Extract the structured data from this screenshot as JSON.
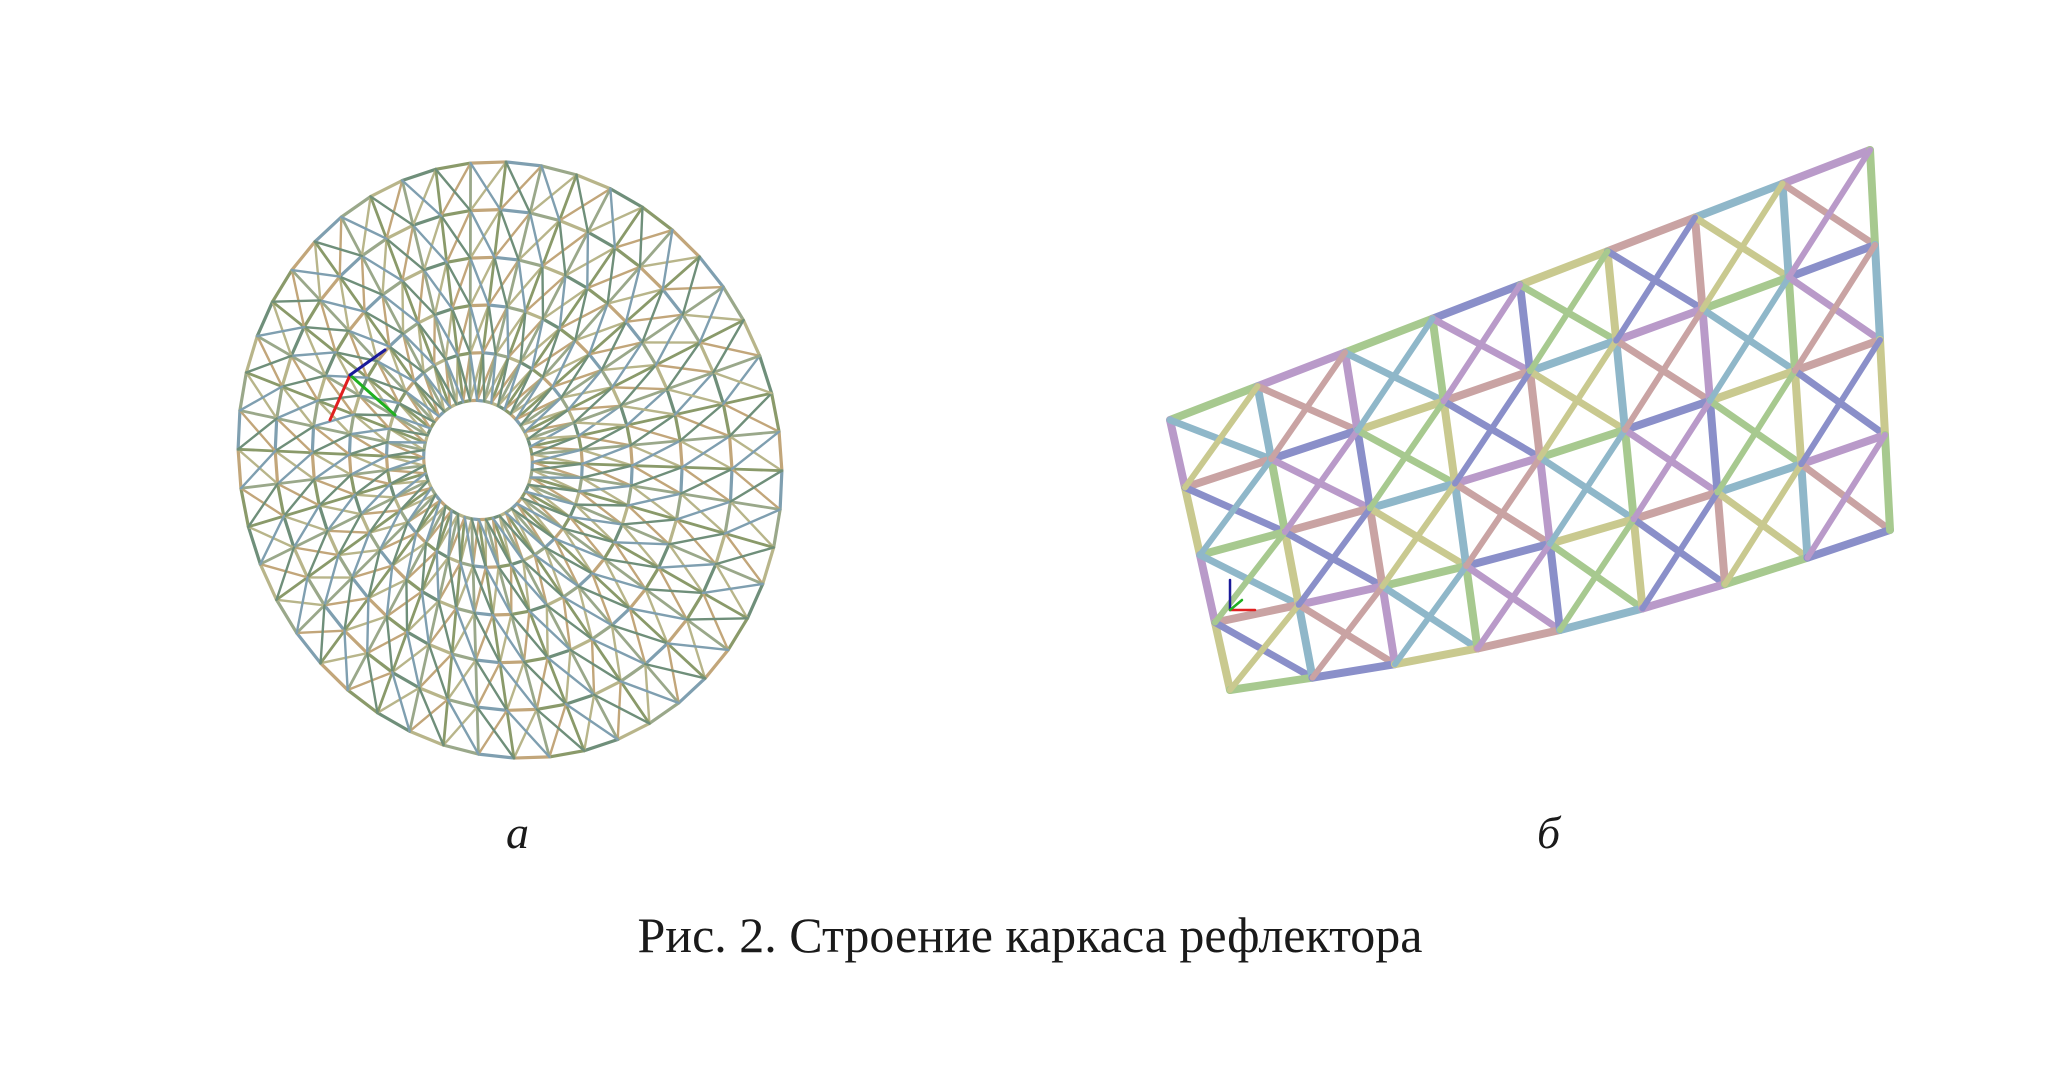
{
  "figure": {
    "panel_a_label": "a",
    "panel_b_label": "б",
    "caption": "Рис. 2. Строение каркаса рефлектора"
  },
  "colors": {
    "strut_palette_a": [
      "#8a9a6a",
      "#c2a67a",
      "#7f9fb0",
      "#9aa88a",
      "#b8b58a",
      "#6f8f7a"
    ],
    "strut_palette_b": [
      "#a7c98f",
      "#b99ac9",
      "#8fb7c9",
      "#c9a3a3",
      "#c9c98f",
      "#8a8fc9"
    ],
    "axis_x": "#e02020",
    "axis_y": "#20b020",
    "axis_z": "#1a1a9a"
  },
  "icons": {
    "panel_a_image": "reflector-frame-full-render",
    "panel_b_image": "reflector-frame-sector-render"
  }
}
